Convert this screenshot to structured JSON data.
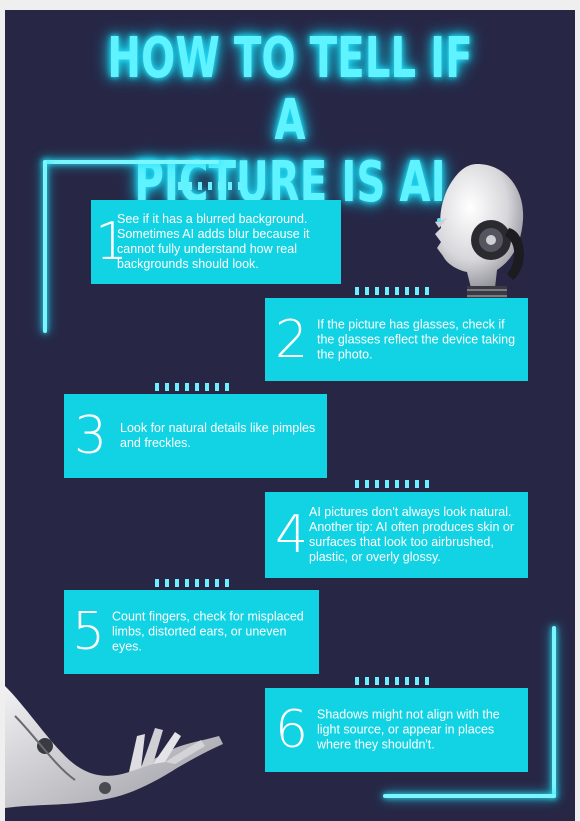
{
  "title": {
    "line1": "HOW TO TELL IF A",
    "line2": "PICTURE IS AI"
  },
  "colors": {
    "background": "#272645",
    "accent": "#11d3e3",
    "neon": "#5ff2ff"
  },
  "icons": {
    "robot_head": "robot-head-icon",
    "robot_hand": "robot-hand-icon"
  },
  "tips": [
    {
      "number": "1",
      "text": "See if it has a blurred background. Sometimes AI adds blur because it cannot fully understand how real backgrounds should look."
    },
    {
      "number": "2",
      "text": "If the picture has glasses, check if the glasses reflect the device taking the photo."
    },
    {
      "number": "3",
      "text": "Look for natural details like pimples and freckles."
    },
    {
      "number": "4",
      "text": "AI pictures don't always look natural. Another tip: AI often produces skin or surfaces that look too airbrushed, plastic, or overly glossy."
    },
    {
      "number": "5",
      "text": "Count fingers, check for misplaced limbs, distorted ears, or uneven eyes."
    },
    {
      "number": "6",
      "text": "Shadows might not align with the light source, or appear in places where they shouldn't."
    }
  ]
}
